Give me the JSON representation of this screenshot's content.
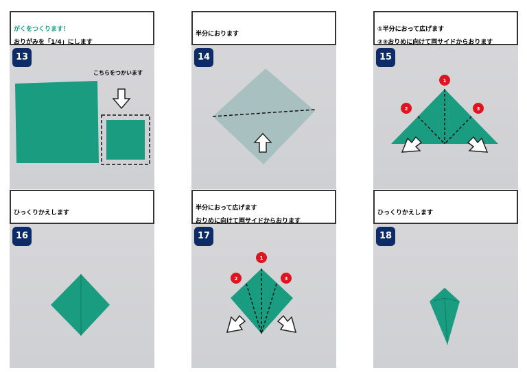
{
  "steps": [
    {
      "number": "13",
      "heading": "がくをつくります！",
      "text": "おりがみを「1/4」にします",
      "note": "こちらをつかいます"
    },
    {
      "number": "14",
      "text": "半分におります"
    },
    {
      "number": "15",
      "text": "①半分におって広げます",
      "text2": "②③おりめに向けて両サイドからおります",
      "markers": [
        "1",
        "2",
        "3"
      ]
    },
    {
      "number": "16",
      "text": "ひっくりかえします"
    },
    {
      "number": "17",
      "text": "半分におって広げます",
      "text2": "おりめに向けて両サイドからおります",
      "markers": [
        "1",
        "2",
        "3"
      ]
    },
    {
      "number": "18",
      "text": "ひっくりかえします"
    }
  ],
  "colors": {
    "teal": "#1a9c80",
    "heading": "#1a9c80",
    "badge": "#0d2b66",
    "marker": "#e0141e"
  }
}
